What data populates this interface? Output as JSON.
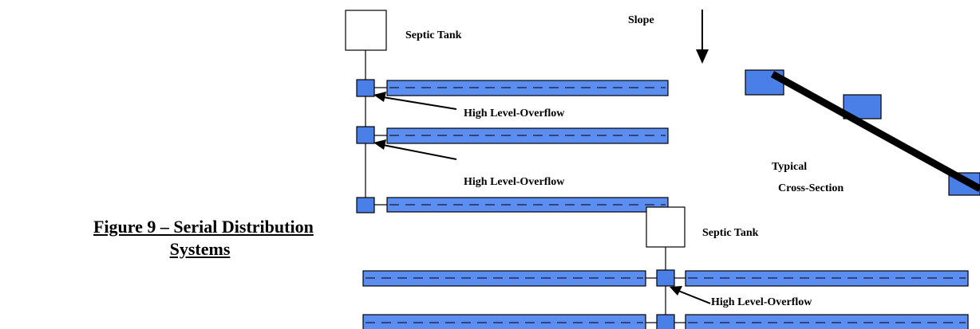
{
  "figure": {
    "title_line1": "Figure 9 – Serial Distribution",
    "title_line2": "Systems"
  },
  "labels": {
    "septic_tank": "Septic Tank",
    "slope": "Slope",
    "high_level_overflow": "High Level-Overflow",
    "typical_line1": "Typical",
    "typical_line2": "Cross-Section"
  },
  "colors": {
    "pipe_fill": "#5b8ef0",
    "box_fill": "#4a7fe8",
    "stroke": "#000000"
  }
}
